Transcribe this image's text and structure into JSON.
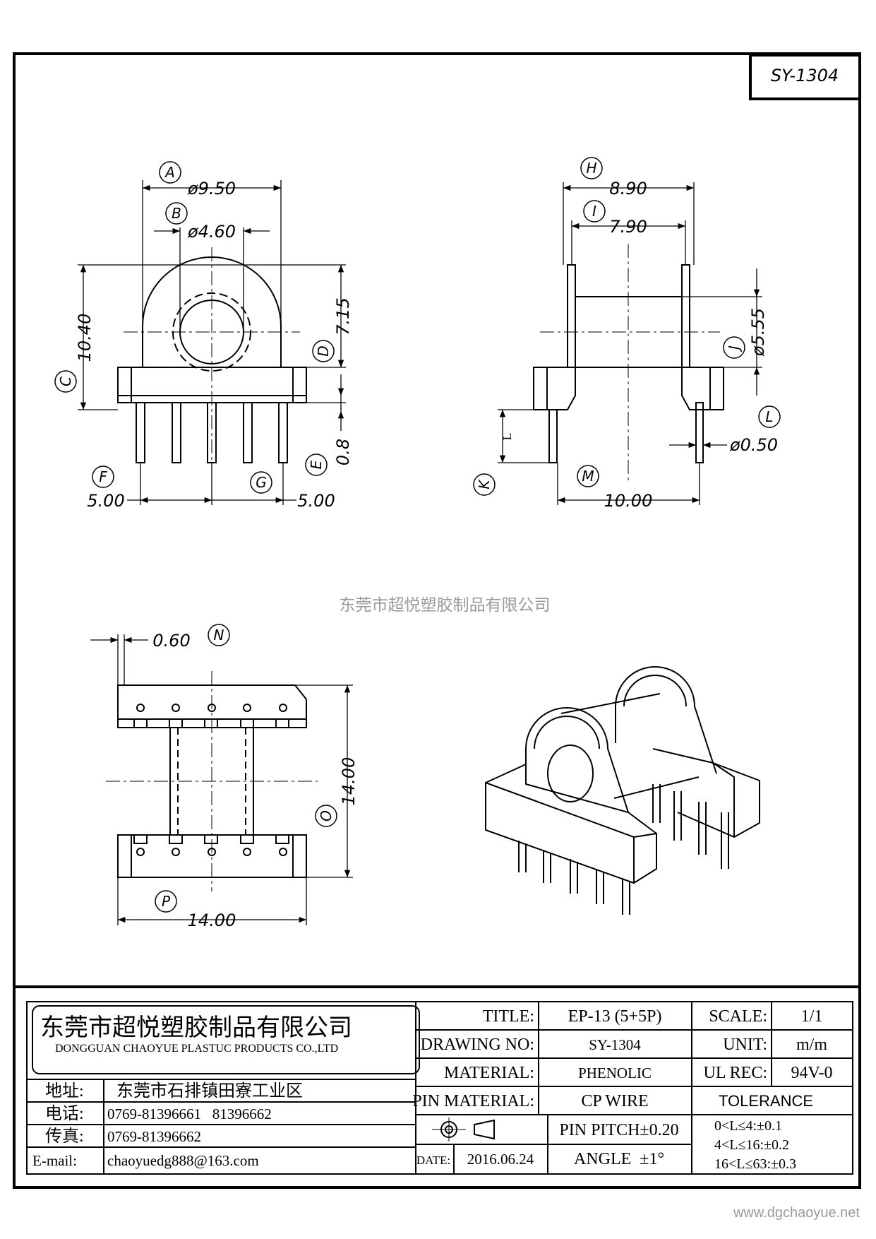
{
  "drawing_code": "SY-1304",
  "watermark": "东莞市超悦塑胶制品有限公司",
  "website": "www.dgchaoyue.net",
  "front_view": {
    "A": {
      "letter": "A",
      "value": "ø9.50"
    },
    "B": {
      "letter": "B",
      "value": "ø4.60"
    },
    "C": {
      "letter": "C",
      "value": "10.40"
    },
    "D": {
      "letter": "D",
      "value": "7.15"
    },
    "E": {
      "letter": "E",
      "value": "0.8"
    },
    "F": {
      "letter": "F",
      "value": "5.00"
    },
    "G": {
      "letter": "G",
      "value": "5.00"
    }
  },
  "side_view": {
    "H": {
      "letter": "H",
      "value": "8.90"
    },
    "I": {
      "letter": "I",
      "value": "7.90"
    },
    "J": {
      "letter": "J",
      "value": "ø5.55"
    },
    "K": {
      "letter": "K",
      "value": "L"
    },
    "L": {
      "letter": "L",
      "value": "ø0.50"
    },
    "M": {
      "letter": "M",
      "value": "10.00"
    }
  },
  "bottom_view": {
    "N": {
      "letter": "N",
      "value": "0.60"
    },
    "O": {
      "letter": "O",
      "value": "14.00"
    },
    "P": {
      "letter": "P",
      "value": "14.00"
    }
  },
  "title_block": {
    "company_cn": "东莞市超悦塑胶制品有限公司",
    "company_en": "DONGGUAN CHAOYUE PLASTUC PRODUCTS CO.,LTD",
    "address_label": "地址:",
    "address": "东莞市石排镇田寮工业区",
    "phone_label": "电话:",
    "phone": "0769-81396661   81396662",
    "fax_label": "传真:",
    "fax": "0769-81396662",
    "email_label": "E-mail:",
    "email": "chaoyuedg888@163.com",
    "title_label": "TITLE:",
    "title": "EP-13 (5+5P)",
    "scale_label": "SCALE:",
    "scale": "1/1",
    "drawing_no_label": "DRAWING NO:",
    "drawing_no": "SY-1304",
    "unit_label": "UNIT:",
    "unit": "m/m",
    "material_label": "MATERIAL:",
    "material": "PHENOLIC",
    "ul_label": "UL REC:",
    "ul": "94V-0",
    "pin_material_label": "PIN MATERIAL:",
    "pin_material": "CP WIRE",
    "tolerance_label": "TOLERANCE",
    "pin_pitch": "PIN PITCH±0.20",
    "angle": "ANGLE  ±1°",
    "tol1": "0<L≤4:±0.1",
    "tol2": "4<L≤16:±0.2",
    "tol3": "16<L≤63:±0.3",
    "date_label": "DATE:",
    "date": "2016.06.24"
  }
}
